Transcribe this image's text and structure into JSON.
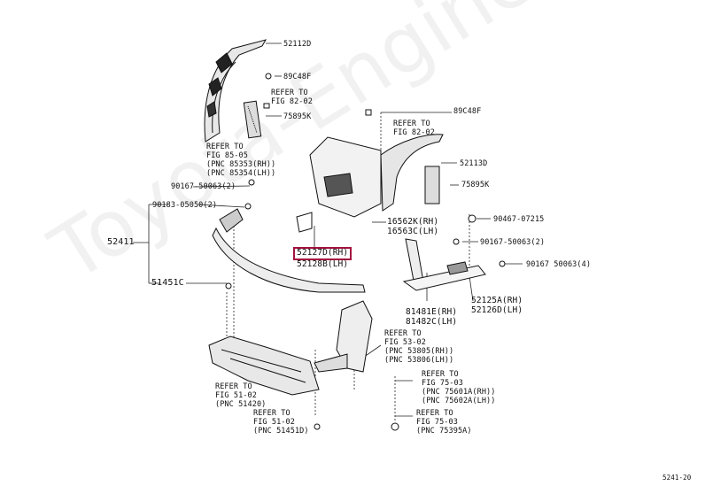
{
  "watermark": "Toyota-Engine.ru",
  "highlight_color": "#a4123f",
  "figure_id": "5241-20",
  "labels": [
    {
      "id": "l52112d",
      "text": "52112D"
    },
    {
      "id": "l89c48f_a",
      "text": "89C48F"
    },
    {
      "id": "lref8202a",
      "text": "REFER TO\nFIG 82-02"
    },
    {
      "id": "l75895k_a",
      "text": "75895K"
    },
    {
      "id": "lref8505",
      "text": "REFER TO\nFIG 85-05\n(PNC 85353(RH))\n(PNC 85354(LH))"
    },
    {
      "id": "l90167_2a",
      "text": "90167-50063(2)"
    },
    {
      "id": "l90183",
      "text": "90183-05050(2)"
    },
    {
      "id": "l52411",
      "text": "52411"
    },
    {
      "id": "l51451c",
      "text": "51451C"
    },
    {
      "id": "l89c48f_b",
      "text": "89C48F"
    },
    {
      "id": "lref8202b",
      "text": "REFER TO\nFIG 82-02"
    },
    {
      "id": "l52113d",
      "text": "52113D"
    },
    {
      "id": "l75895k_b",
      "text": "75895K"
    },
    {
      "id": "l90467",
      "text": "90467-07215"
    },
    {
      "id": "l16562k",
      "text": "16562K(RH)\n16563C(LH)"
    },
    {
      "id": "l52127d",
      "text": "52127D(RH)"
    },
    {
      "id": "l52128b",
      "text": "52128B(LH)"
    },
    {
      "id": "l90167_2b",
      "text": "90167-50063(2)"
    },
    {
      "id": "l90167_4",
      "text": "90167 50063(4)"
    },
    {
      "id": "l52125a",
      "text": "52125A(RH)\n52126D(LH)"
    },
    {
      "id": "l81481e",
      "text": "81481E(RH)\n81482C(LH)"
    },
    {
      "id": "lref5302",
      "text": "REFER TO\nFIG 53-02\n(PNC 53805(RH))\n(PNC 53806(LH))"
    },
    {
      "id": "lref7503a",
      "text": "REFER TO\nFIG 75-03\n(PNC 75601A(RH))\n(PNC 75602A(LH))"
    },
    {
      "id": "lref5102",
      "text": "REFER TO\nFIG 51-02\n(PNC 51420)"
    },
    {
      "id": "lref5102b",
      "text": "REFER TO\nFIG 51-02\n(PNC 51451D)"
    },
    {
      "id": "lref7503b",
      "text": "REFER TO\nFIG 75-03\n(PNC 75395A)"
    }
  ]
}
